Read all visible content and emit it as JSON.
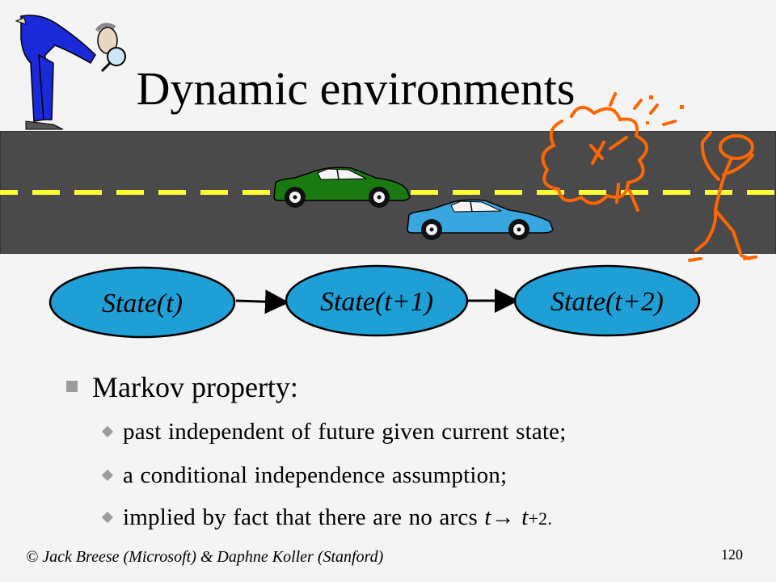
{
  "slide": {
    "title": "Dynamic environments",
    "nodes": [
      "State(t)",
      "State(t+1)",
      "State(t+2)"
    ],
    "bullets": {
      "main": "Markov property:",
      "sub": [
        "past independent of future given current state;",
        "a conditional independence assumption;"
      ],
      "sub3_prefix": "implied by fact that there are no arcs ",
      "sub3_t": "t",
      "sub3_arrow": "→",
      "sub3_end": " t",
      "sub3_sub": "+2."
    },
    "credit": "© Jack Breese (Microsoft) & Daphne Koller (Stanford)",
    "page_number": "120"
  },
  "colors": {
    "background": "#f4f4f4",
    "road": "#4a4a4a",
    "lane_dash": "#ffff33",
    "node_fill": "#1ea0d6",
    "car_green": "#1a7a12",
    "car_blue": "#3aa6e0",
    "crash_orange": "#ff6600",
    "figure_blue": "#1a2ad8"
  }
}
